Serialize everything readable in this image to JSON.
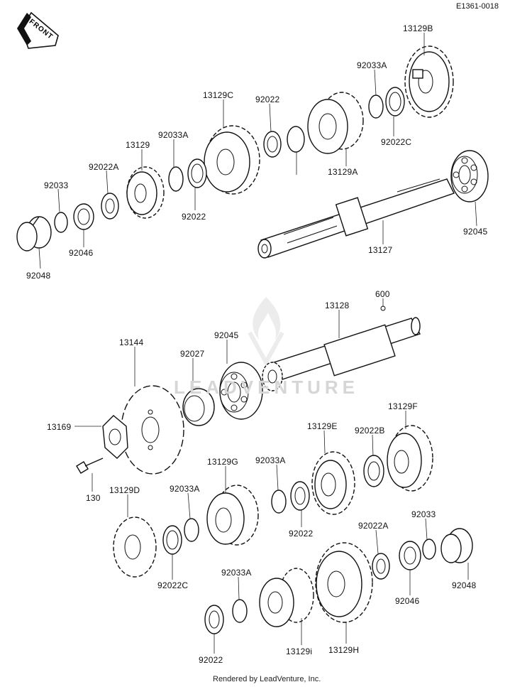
{
  "header": {
    "doc_code": "E1361-0018"
  },
  "front_badge": {
    "text": "FRONT"
  },
  "watermark": {
    "text": "LEADVENTURE"
  },
  "footer": {
    "credit": "Rendered by LeadVenture, Inc."
  },
  "callouts": [
    "13129B",
    "92033A",
    "13129C",
    "92022",
    "92022C",
    "92033A",
    "13129",
    "13129A",
    "92022A",
    "92033",
    "92022",
    "92045",
    "92046",
    "13127",
    "92048",
    "600",
    "13128",
    "13144",
    "92045",
    "92027",
    "13169",
    "13129F",
    "13129E",
    "92022B",
    "13129G",
    "92033A",
    "130",
    "13129D",
    "92033A",
    "92022",
    "92033",
    "92022A",
    "92022C",
    "92048",
    "92046",
    "92033A",
    "92022",
    "13129i",
    "13129H"
  ]
}
